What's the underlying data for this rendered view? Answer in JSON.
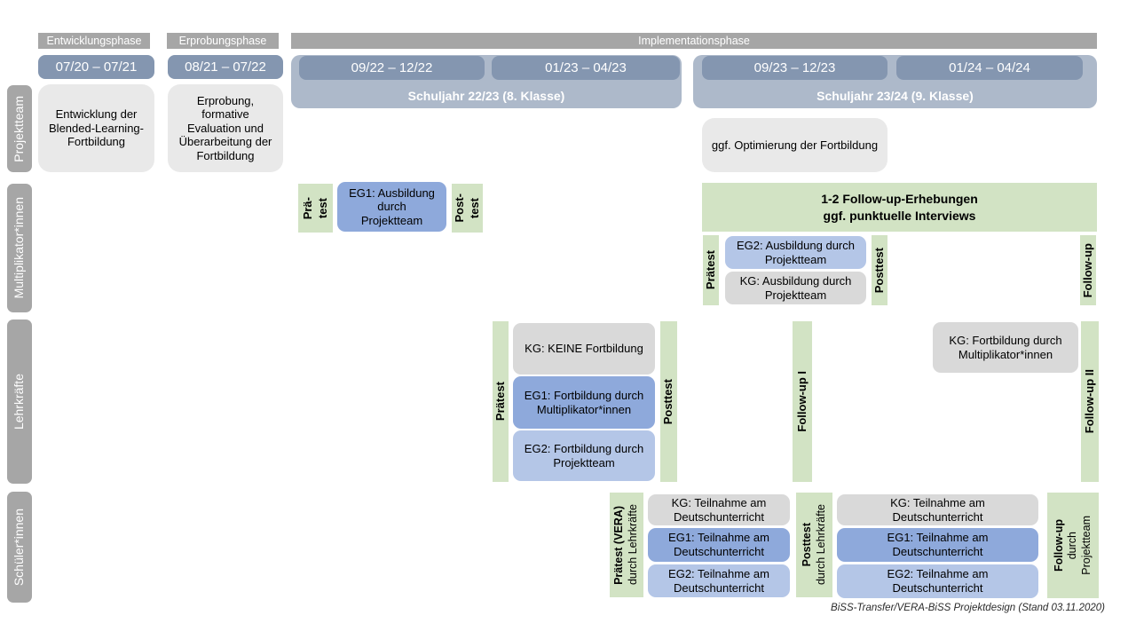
{
  "phases": [
    "Entwicklungsphase",
    "Erprobungsphase",
    "Implementationsphase"
  ],
  "dates": [
    "07/20 – 07/21",
    "08/21 – 07/22",
    "09/22 – 12/22",
    "01/23 – 04/23",
    "09/23 – 12/23",
    "01/24 – 04/24"
  ],
  "school_years": [
    "Schuljahr 22/23 (8. Klasse)",
    "Schuljahr 23/24 (9. Klasse)"
  ],
  "row_labels": [
    "Projektteam",
    "Multiplikator*innen",
    "Lehrkräfte",
    "Schüler*innen"
  ],
  "projektteam": {
    "development": "Entwicklung der Blended-Learning-Fortbildung",
    "testing": "Erprobung, formative Evaluation und Überarbeitung der Fortbildung",
    "optimization": "ggf. Optimierung der Fortbildung"
  },
  "multiplikatoren": {
    "pretest1_line1": "Prä-",
    "pretest1_line2": "test",
    "eg1": "EG1: Ausbildung durch Projektteam",
    "posttest1_line1": "Post-",
    "posttest1_line2": "test",
    "followup_bar_line1": "1-2 Follow-up-Erhebungen",
    "followup_bar_line2": "ggf. punktuelle Interviews",
    "pretest2": "Prätest",
    "eg2": "EG2: Ausbildung durch Projektteam",
    "kg": "KG: Ausbildung durch Projektteam",
    "posttest2": "Posttest",
    "followup": "Follow-up"
  },
  "lehrkraefte": {
    "pretest": "Prätest",
    "kg": "KG: KEINE Fortbildung",
    "eg1": "EG1: Fortbildung durch Multiplikator*innen",
    "eg2": "EG2: Fortbildung durch Projektteam",
    "posttest": "Posttest",
    "followup1": "Follow-up I",
    "kg2": "KG: Fortbildung durch Multiplikator*innen",
    "followup2": "Follow-up II"
  },
  "schueler": {
    "pretest_main": "Prätest (VERA)",
    "pretest_sub": "durch Lehrkräfte",
    "kg1": "KG: Teilnahme am Deutschunterricht",
    "eg1_1": "EG1: Teilnahme am Deutschunterricht",
    "eg2_1": "EG2: Teilnahme am Deutschunterricht",
    "posttest_main": "Posttest",
    "posttest_sub": "durch Lehrkräfte",
    "kg2": "KG: Teilnahme am Deutschunterricht",
    "eg1_2": "EG1: Teilnahme am Deutschunterricht",
    "eg2_2": "EG2: Teilnahme am Deutschunterricht",
    "followup_main": "Follow-up",
    "followup_sub1": "durch",
    "followup_sub2": "Projektteam"
  },
  "footer": "BiSS-Transfer/VERA-BiSS Projektdesign (Stand 03.11.2020)",
  "colors": {
    "phase_bar": "#a6a6a6",
    "row_label": "#a6a6a6",
    "date_bar": "#8496b0",
    "year_bar": "#adb9ca",
    "box_light_gray": "#e9e9e9",
    "box_kg": "#d9d9d9",
    "box_eg1": "#8ea9db",
    "box_eg2": "#b4c6e7",
    "green": "#d2e3c4"
  }
}
